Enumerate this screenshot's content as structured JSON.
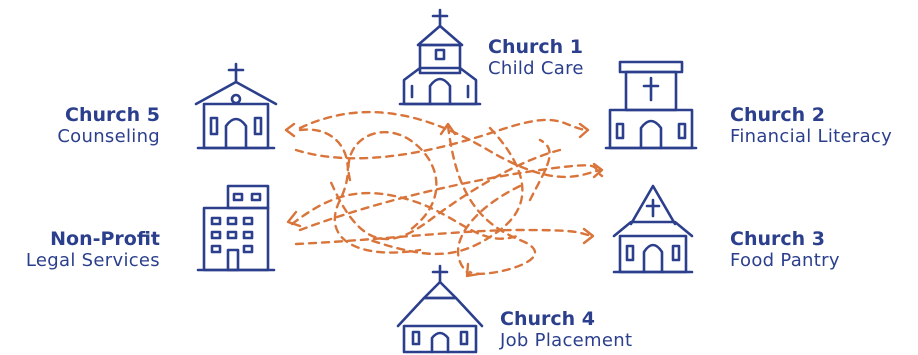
{
  "nodes": {
    "church1": {
      "name": "Church 1",
      "role": "Child Care"
    },
    "church2": {
      "name": "Church 2",
      "role": "Financial Literacy"
    },
    "church3": {
      "name": "Church 3",
      "role": "Food Pantry"
    },
    "church4": {
      "name": "Church 4",
      "role": "Job Placement"
    },
    "church5": {
      "name": "Church 5",
      "role": "Counseling"
    },
    "nonprofit": {
      "name": "Non-Profit",
      "role": "Legal Services"
    }
  },
  "colors": {
    "ink": "#2b3f8c",
    "arrows": "#d9743a"
  }
}
